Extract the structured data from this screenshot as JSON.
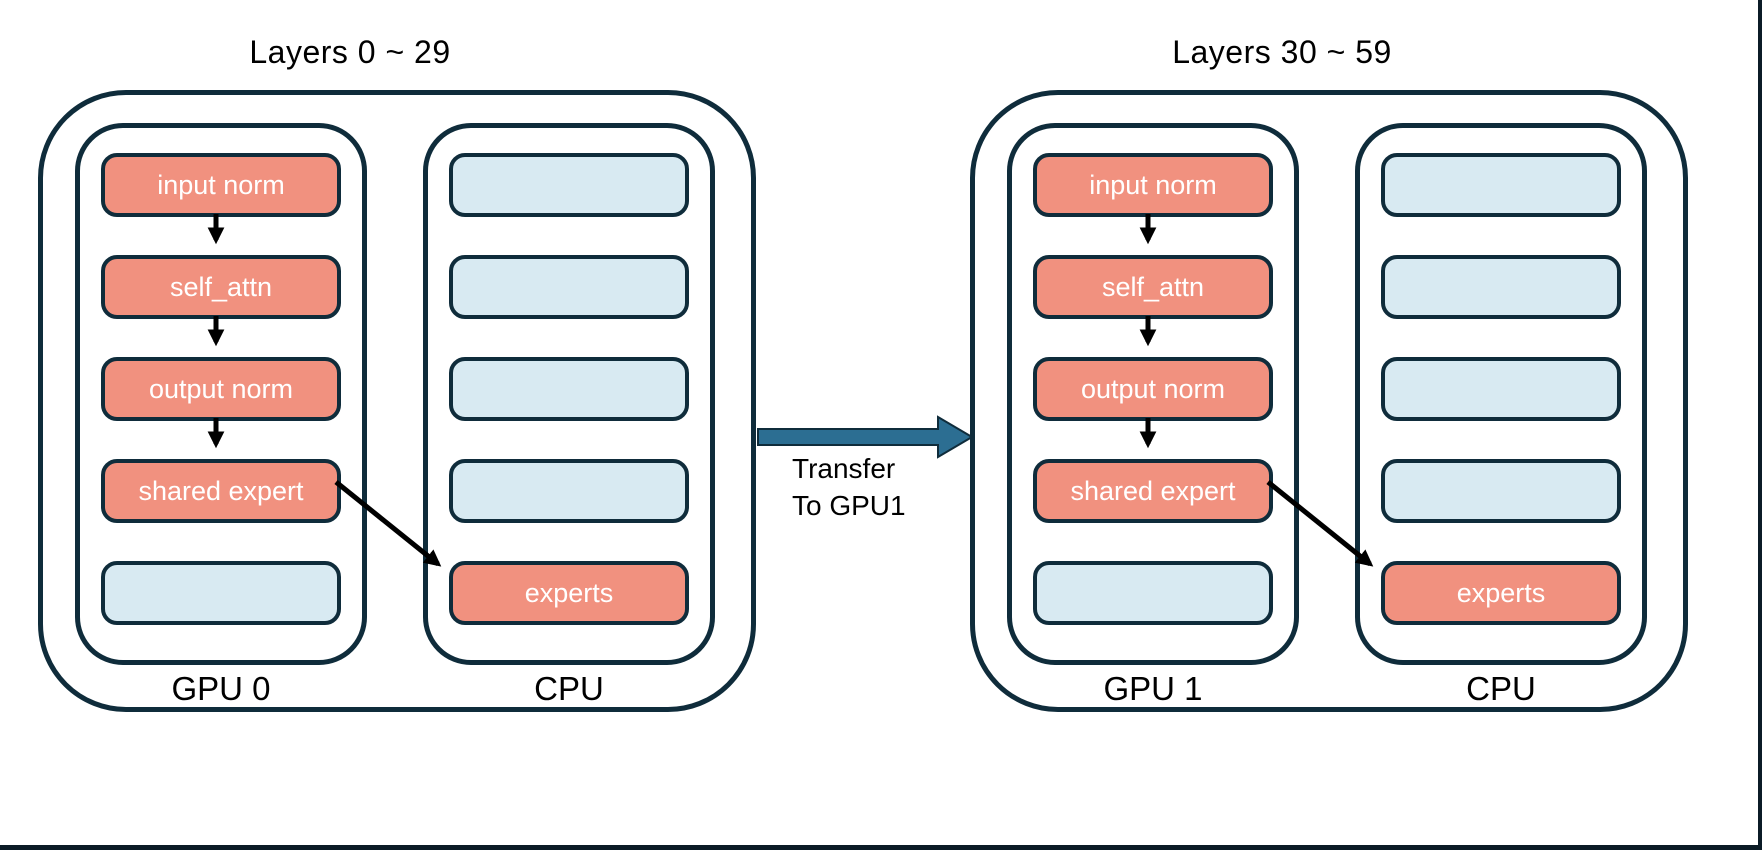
{
  "colors": {
    "bg": "#ffffff",
    "border": "#0f2c3b",
    "salmon": "#f1917f",
    "blue": "#d8eaf2",
    "flowArrow": "#000000",
    "transferArrow": "#2c6e92",
    "frame": "#0b1b26",
    "titleText": "#000000",
    "boxText": "#ffffff"
  },
  "groups": [
    {
      "title": "Layers 0 ~ 29",
      "columns": [
        {
          "label": "GPU 0",
          "boxes": [
            {
              "label": "input norm",
              "type": "salmon"
            },
            {
              "label": "self_attn",
              "type": "salmon"
            },
            {
              "label": "output norm",
              "type": "salmon"
            },
            {
              "label": "shared expert",
              "type": "salmon"
            },
            {
              "label": "",
              "type": "blue"
            }
          ]
        },
        {
          "label": "CPU",
          "boxes": [
            {
              "label": "",
              "type": "blue"
            },
            {
              "label": "",
              "type": "blue"
            },
            {
              "label": "",
              "type": "blue"
            },
            {
              "label": "",
              "type": "blue"
            },
            {
              "label": "experts",
              "type": "salmon"
            }
          ]
        }
      ]
    },
    {
      "title": "Layers 30 ~ 59",
      "columns": [
        {
          "label": "GPU 1",
          "boxes": [
            {
              "label": "input norm",
              "type": "salmon"
            },
            {
              "label": "self_attn",
              "type": "salmon"
            },
            {
              "label": "output norm",
              "type": "salmon"
            },
            {
              "label": "shared expert",
              "type": "salmon"
            },
            {
              "label": "",
              "type": "blue"
            }
          ]
        },
        {
          "label": "CPU",
          "boxes": [
            {
              "label": "",
              "type": "blue"
            },
            {
              "label": "",
              "type": "blue"
            },
            {
              "label": "",
              "type": "blue"
            },
            {
              "label": "",
              "type": "blue"
            },
            {
              "label": "experts",
              "type": "salmon"
            }
          ]
        }
      ]
    }
  ],
  "transfer": {
    "line1": "Transfer",
    "line2": "To GPU1"
  }
}
